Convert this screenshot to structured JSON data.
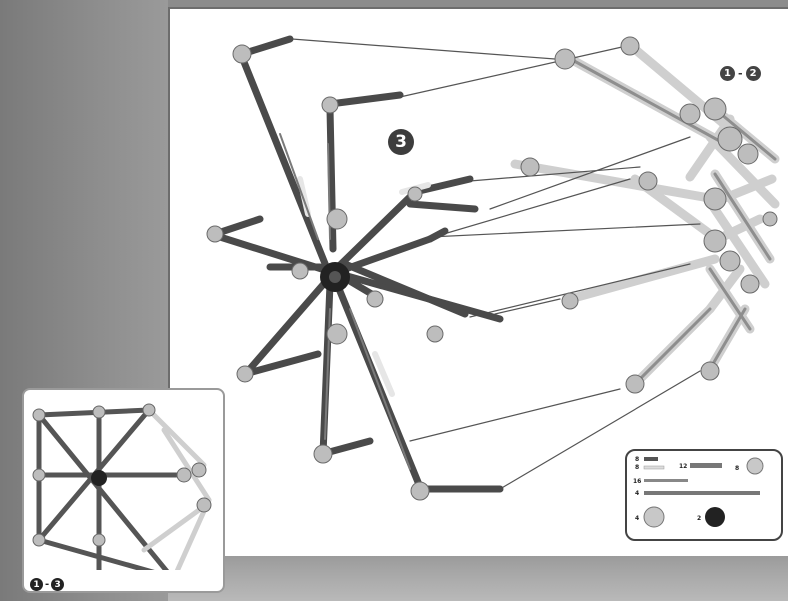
{
  "instruction": {
    "step_number": "3",
    "reference_steps": {
      "from": "1",
      "separator": "-",
      "to": "2"
    }
  },
  "parts_list": {
    "counts": [
      "8",
      "8",
      "12",
      "8",
      "16",
      "4",
      "4",
      "2"
    ]
  },
  "inset": {
    "reference_steps": {
      "from": "1",
      "separator": "-",
      "to": "3"
    }
  },
  "colors": {
    "background": "#8c8c8c",
    "page": "#ffffff",
    "badge": "#3d3d3d",
    "rod_dark": "#4a4a4a",
    "rod_light": "#d8d8d8",
    "connector": "#b9b9b9"
  }
}
